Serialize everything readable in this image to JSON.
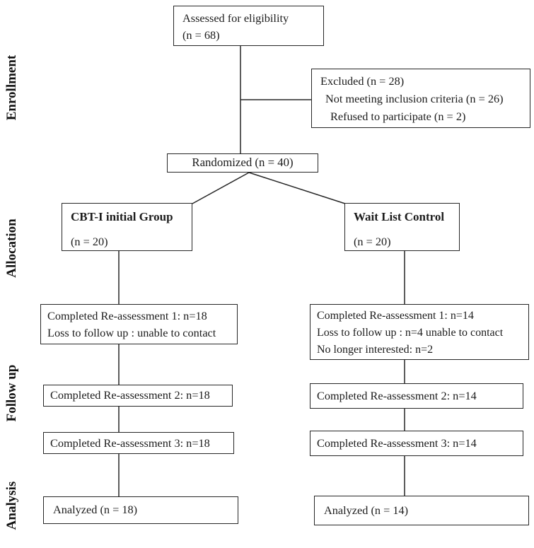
{
  "sections": {
    "enrollment": "Enrollment",
    "allocation": "Allocation",
    "followup": "Follow up",
    "analysis": "Analysis"
  },
  "boxes": {
    "assessed": {
      "line1": "Assessed for eligibility",
      "line2": "(n = 68)"
    },
    "excluded": {
      "line1": "Excluded (n = 28)",
      "line2": "Not meeting inclusion criteria (n = 26)",
      "line3": "Refused to participate (n = 2)"
    },
    "randomized": {
      "line1": "Randomized (n = 40)"
    },
    "cbti": {
      "title": "CBT-I initial Group",
      "n": "(n = 20)"
    },
    "waitlist": {
      "title": "Wait List Control",
      "n": "(n = 20)"
    },
    "left_fu1": {
      "line1": "Completed Re-assessment 1: n=18",
      "line2": "Loss to follow up : unable to contact"
    },
    "right_fu1": {
      "line1": "Completed Re-assessment 1: n=14",
      "line2": "Loss to follow up : n=4 unable to contact",
      "line3": "No longer interested: n=2"
    },
    "left_fu2": {
      "line1": "Completed Re-assessment 2: n=18"
    },
    "right_fu2": {
      "line1": "Completed Re-assessment 2: n=14"
    },
    "left_fu3": {
      "line1": "Completed Re-assessment 3: n=18"
    },
    "right_fu3": {
      "line1": "Completed Re-assessment 3: n=14"
    },
    "left_analyzed": {
      "line1": "Analyzed (n = 18)"
    },
    "right_analyzed": {
      "line1": "Analyzed (n = 14)"
    }
  },
  "colors": {
    "border": "#262626",
    "line": "#262626",
    "text": "#1c1c1c",
    "background": "#ffffff"
  }
}
